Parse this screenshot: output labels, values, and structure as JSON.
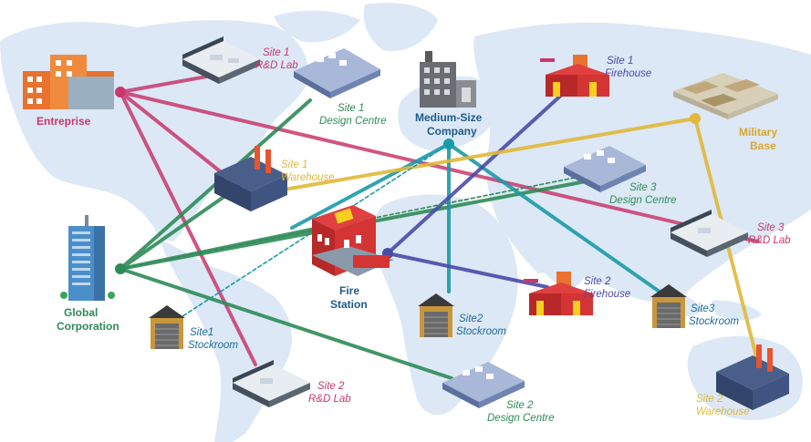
{
  "colors": {
    "ocean": "#ffffff",
    "land": "#dce8f5",
    "enterprise": "#c8386c",
    "global": "#2e8b57",
    "medium": "#1a9aa8",
    "fire": "#4a4aa8",
    "military": "#e0b83a",
    "hub_text": "#1d5a8a"
  },
  "hubs": {
    "enterprise": "Entreprise",
    "global": [
      "Global",
      "Corporation"
    ],
    "medium": [
      "Medium-Size",
      "Company"
    ],
    "fire": [
      "Fire",
      "Station"
    ],
    "military": [
      "Military",
      "Base"
    ]
  },
  "sites": {
    "rd1": [
      "Site 1",
      "R&D Lab"
    ],
    "design1": [
      "Site 1",
      "Design Centre"
    ],
    "warehouse1": [
      "Site 1",
      "Warehouse"
    ],
    "firehouse1": [
      "Site 1",
      "Firehouse"
    ],
    "design3": [
      "Site 3",
      "Design Centre"
    ],
    "rd3": [
      "Site 3",
      "R&D Lab"
    ],
    "stock1": [
      "Site1",
      "Stockroom"
    ],
    "stock2": [
      "Site2",
      "Stockroom"
    ],
    "firehouse2": [
      "Site 2",
      "Firehouse"
    ],
    "stock3": [
      "Site3",
      "Stockroom"
    ],
    "rd2": [
      "Site 2",
      "R&D Lab"
    ],
    "design2": [
      "Site 2",
      "Design Centre"
    ],
    "warehouse2": [
      "Site 2",
      "Warehouse"
    ]
  },
  "icons": {
    "enterprise": "office-building-icon",
    "global": "skyscraper-icon",
    "medium": "factory-building-icon",
    "fire": "fire-station-icon",
    "military": "military-base-icon",
    "office": "office-room-icon",
    "warehouse": "warehouse-icon",
    "stockroom": "garage-icon",
    "firehouse": "firehouse-icon"
  }
}
